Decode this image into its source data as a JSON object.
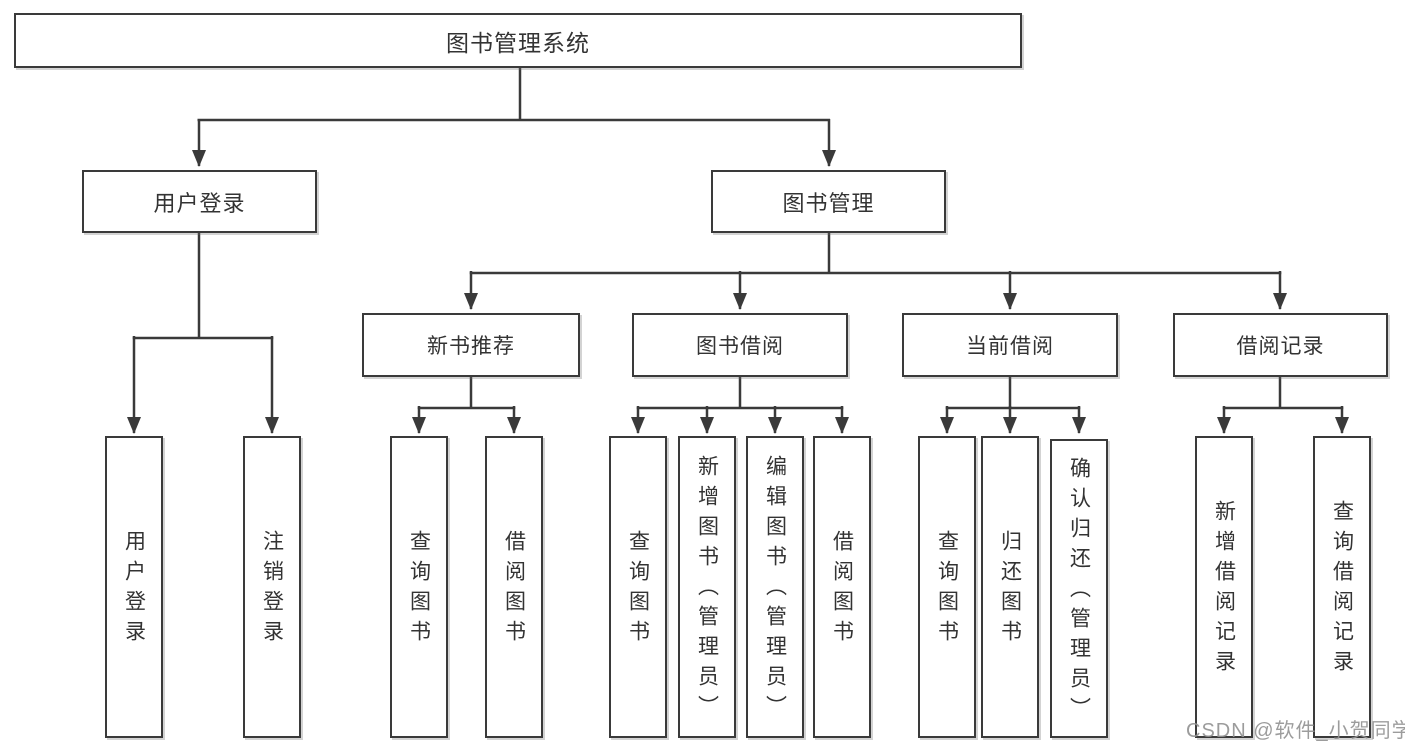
{
  "tree": {
    "label": "图书管理系统",
    "children": [
      {
        "label": "用户登录",
        "children": [
          {
            "label": "用户登录"
          },
          {
            "label": "注销登录"
          }
        ]
      },
      {
        "label": "图书管理",
        "children": [
          {
            "label": "新书推荐",
            "children": [
              {
                "label": "查询图书"
              },
              {
                "label": "借阅图书"
              }
            ]
          },
          {
            "label": "图书借阅",
            "children": [
              {
                "label": "查询图书"
              },
              {
                "label": "新增图书（管理员）"
              },
              {
                "label": "编辑图书（管理员）"
              },
              {
                "label": "借阅图书"
              }
            ]
          },
          {
            "label": "当前借阅",
            "children": [
              {
                "label": "查询图书"
              },
              {
                "label": "归还图书"
              },
              {
                "label": "确认归还（管理员）"
              }
            ]
          },
          {
            "label": "借阅记录",
            "children": [
              {
                "label": "新增借阅记录"
              },
              {
                "label": "查询借阅记录"
              }
            ]
          }
        ]
      }
    ]
  },
  "watermark": {
    "text": "CSDN @软件_小贺同学"
  },
  "colors": {
    "line": "#3a3a3a",
    "text": "#333333",
    "watermark": "#949494",
    "background": "#ffffff"
  }
}
